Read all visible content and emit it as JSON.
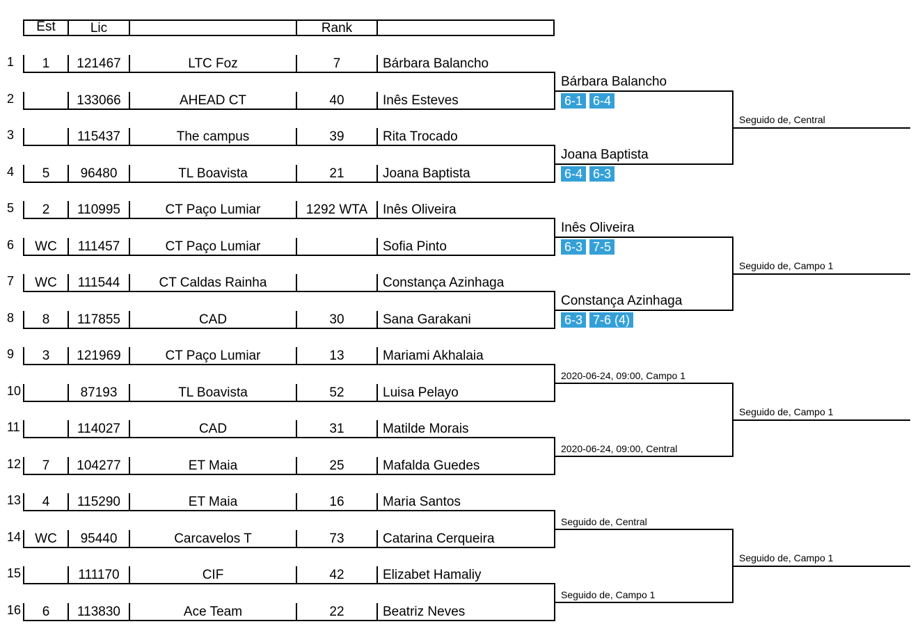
{
  "header": {
    "est": "Est",
    "lic": "Lic",
    "club": "",
    "rank": "Rank",
    "name": ""
  },
  "rows": [
    {
      "n": "1",
      "est": "1",
      "lic": "121467",
      "club": "LTC Foz",
      "rank": "7",
      "name": "Bárbara Balancho"
    },
    {
      "n": "2",
      "est": "",
      "lic": "133066",
      "club": "AHEAD CT",
      "rank": "40",
      "name": "Inês Esteves"
    },
    {
      "n": "3",
      "est": "",
      "lic": "115437",
      "club": "The campus",
      "rank": "39",
      "name": "Rita Trocado"
    },
    {
      "n": "4",
      "est": "5",
      "lic": "96480",
      "club": "TL Boavista",
      "rank": "21",
      "name": "Joana Baptista"
    },
    {
      "n": "5",
      "est": "2",
      "lic": "110995",
      "club": "CT Paço Lumiar",
      "rank": "1292 WTA",
      "name": "Inês Oliveira"
    },
    {
      "n": "6",
      "est": "WC",
      "lic": "111457",
      "club": "CT Paço Lumiar",
      "rank": "",
      "name": "Sofia Pinto"
    },
    {
      "n": "7",
      "est": "WC",
      "lic": "111544",
      "club": "CT Caldas Rainha",
      "rank": "",
      "name": "Constança Azinhaga"
    },
    {
      "n": "8",
      "est": "8",
      "lic": "117855",
      "club": "CAD",
      "rank": "30",
      "name": "Sana Garakani"
    },
    {
      "n": "9",
      "est": "3",
      "lic": "121969",
      "club": "CT Paço Lumiar",
      "rank": "13",
      "name": "Mariami Akhalaia"
    },
    {
      "n": "10",
      "est": "",
      "lic": "87193",
      "club": "TL Boavista",
      "rank": "52",
      "name": "Luisa Pelayo"
    },
    {
      "n": "11",
      "est": "",
      "lic": "114027",
      "club": "CAD",
      "rank": "31",
      "name": "Matilde Morais"
    },
    {
      "n": "12",
      "est": "7",
      "lic": "104277",
      "club": "ET Maia",
      "rank": "25",
      "name": "Mafalda Guedes"
    },
    {
      "n": "13",
      "est": "4",
      "lic": "115290",
      "club": "ET Maia",
      "rank": "16",
      "name": "Maria Santos"
    },
    {
      "n": "14",
      "est": "WC",
      "lic": "95440",
      "club": "Carcavelos T",
      "rank": "73",
      "name": "Catarina Cerqueira"
    },
    {
      "n": "15",
      "est": "",
      "lic": "111170",
      "club": "CIF",
      "rank": "42",
      "name": "Elizabet Hamaliy"
    },
    {
      "n": "16",
      "est": "6",
      "lic": "113830",
      "club": "Ace Team",
      "rank": "22",
      "name": "Beatriz Neves"
    }
  ],
  "round2": [
    {
      "winner": "Bárbara Balancho",
      "scores": [
        "6-1",
        "6-4"
      ]
    },
    {
      "winner": "Joana Baptista",
      "scores": [
        "6-4",
        "6-3"
      ]
    },
    {
      "winner": "Inês Oliveira",
      "scores": [
        "6-3",
        "7-5"
      ]
    },
    {
      "winner": "Constança Azinhaga",
      "scores": [
        "6-3",
        "7-6 (4)"
      ]
    },
    {
      "info": "2020-06-24, 09:00, Campo 1"
    },
    {
      "info": "2020-06-24, 09:00, Central"
    },
    {
      "info": "Seguido de, Central"
    },
    {
      "info": "Seguido de, Campo 1"
    }
  ],
  "round3": [
    {
      "info": "Seguido de, Central"
    },
    {
      "info": "Seguido de, Campo 1"
    },
    {
      "info": "Seguido de, Campo 1"
    },
    {
      "info": "Seguido de, Campo 1"
    }
  ],
  "colors": {
    "score_bg": "#35a0d8"
  }
}
